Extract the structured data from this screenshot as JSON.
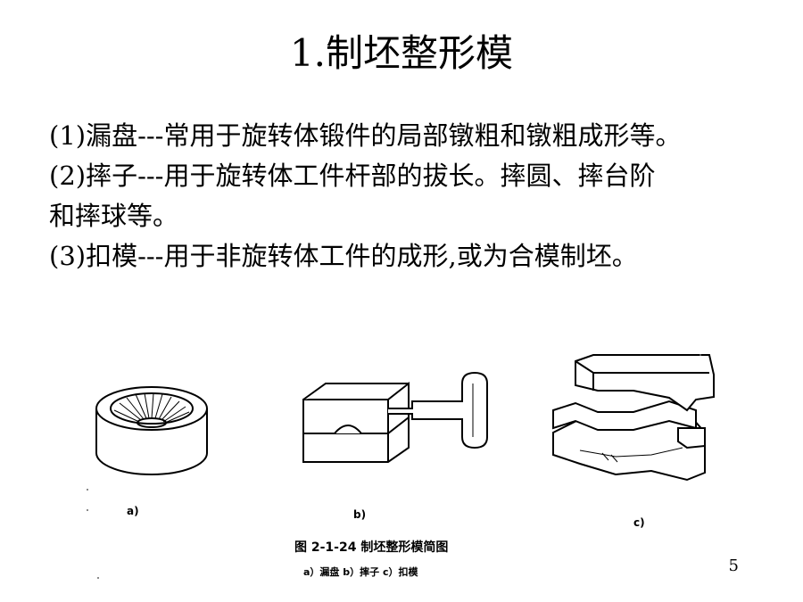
{
  "slide": {
    "title": "1.制坯整形模",
    "lines": [
      "(1)漏盘---常用于旋转体锻件的局部镦粗和镦粗成形等。",
      "(2)摔子---用于旋转体工件杆部的拔长。摔圆、摔台阶",
      "和摔球等。",
      "(3)扣模---用于非旋转体工件的成形,或为合模制坯。"
    ],
    "page_number": "5"
  },
  "figure": {
    "labels": {
      "a": "a)",
      "b": "b)",
      "c": "c)"
    },
    "caption": "图 2-1-24   制坯整形模简图",
    "subcaption": "a）漏盘   b）摔子   c）扣模"
  }
}
